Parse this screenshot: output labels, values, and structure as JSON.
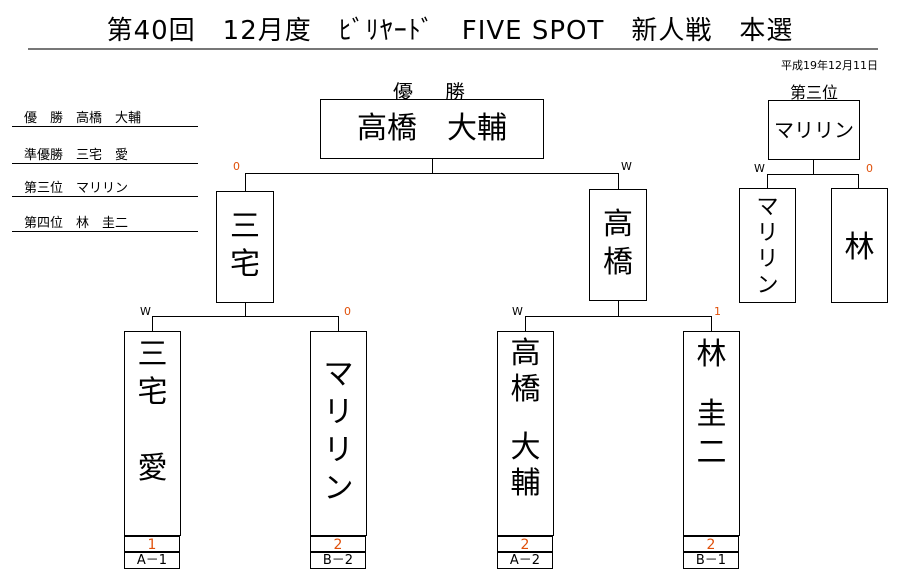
{
  "title": "第40回　12月度　ﾋﾞﾘﾔｰﾄﾞ　FIVE SPOT　新人戦　本選",
  "date": "平成19年12月11日",
  "results": [
    {
      "rank": "優　勝",
      "name": "高橋　大輔"
    },
    {
      "rank": "準優勝",
      "name": "三宅　愛"
    },
    {
      "rank": "第三位",
      "name": "マリリン"
    },
    {
      "rank": "第四位",
      "name": "林　圭二"
    }
  ],
  "champion": {
    "label": "優　勝",
    "name": "高橋　大輔"
  },
  "third_place": {
    "label": "第三位",
    "name": "マリリン",
    "left_name": [
      "マ",
      "リ",
      "リ",
      "ン"
    ],
    "right_name": [
      "林"
    ],
    "left_mark": "W",
    "right_mark": "0"
  },
  "semifinal": {
    "left": {
      "chars": [
        "三",
        "宅"
      ],
      "mark": "0"
    },
    "right": {
      "chars": [
        "高",
        "橋"
      ],
      "mark": "W"
    }
  },
  "round1": [
    {
      "chars": [
        "三",
        "宅",
        "",
        "愛"
      ],
      "mark": "W",
      "score": "1",
      "code": "A－1"
    },
    {
      "chars": [
        "マ",
        "リ",
        "リ",
        "ン"
      ],
      "mark": "0",
      "score": "2",
      "code": "B－2"
    },
    {
      "chars": [
        "高",
        "橋",
        "",
        "大",
        "輔"
      ],
      "mark": "W",
      "score": "2",
      "code": "A－2"
    },
    {
      "chars": [
        "林",
        "",
        "圭",
        "二"
      ],
      "mark": "1",
      "score": "2",
      "code": "B－1"
    }
  ],
  "colors": {
    "accent": "#e0500a"
  }
}
